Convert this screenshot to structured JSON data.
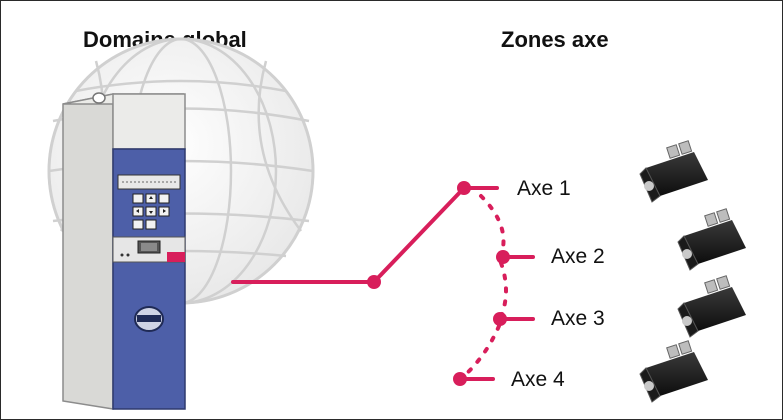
{
  "titles": {
    "global_domain": "Domaine global",
    "axis_zones": "Zones axe"
  },
  "axes": [
    {
      "label": "Axe 1"
    },
    {
      "label": "Axe 2"
    },
    {
      "label": "Axe 3"
    },
    {
      "label": "Axe 4"
    }
  ],
  "colors": {
    "connection_line": "#d81e5b",
    "drive_panel": "#4d5fa8",
    "drive_body": "#e7e7e4",
    "globe_lines": "#cfcfcf"
  },
  "icons": {
    "controller": "servo-drive-controller",
    "globe": "globe-icon",
    "motor": "servo-motor-icon",
    "logo": "stober-logo"
  }
}
